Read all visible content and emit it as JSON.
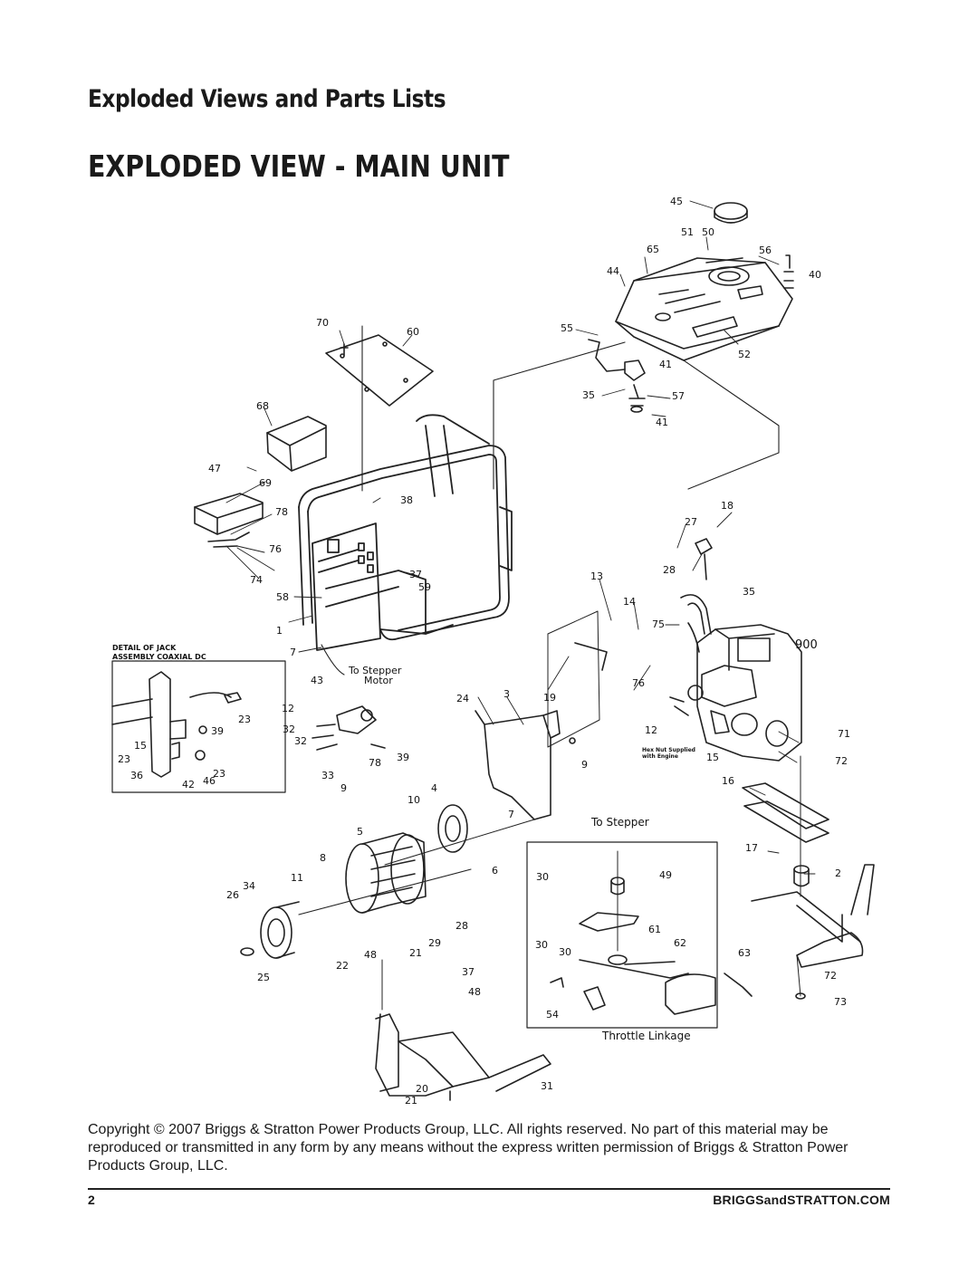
{
  "header": {
    "section_title": "Exploded Views and Parts Lists",
    "page_title": "EXPLODED VIEW - MAIN UNIT"
  },
  "diagram": {
    "part_numbers": [
      "45",
      "51",
      "50",
      "65",
      "56",
      "44",
      "40",
      "55",
      "52",
      "41",
      "35",
      "57",
      "41",
      "70",
      "60",
      "68",
      "47",
      "69",
      "38",
      "78",
      "76",
      "74",
      "37",
      "59",
      "58",
      "1",
      "7",
      "43",
      "12",
      "32",
      "33",
      "39",
      "78",
      "9",
      "10",
      "4",
      "5",
      "8",
      "11",
      "34",
      "26",
      "6",
      "28",
      "29",
      "22",
      "48",
      "21",
      "25",
      "37",
      "48",
      "20",
      "21",
      "31",
      "23",
      "15",
      "23",
      "36",
      "42",
      "46",
      "23",
      "39",
      "18",
      "27",
      "28",
      "13",
      "14",
      "35",
      "75",
      "900",
      "3",
      "24",
      "19",
      "76",
      "9",
      "7",
      "12",
      "15",
      "71",
      "72",
      "16",
      "17",
      "2",
      "72",
      "73",
      "30",
      "49",
      "61",
      "30",
      "30",
      "62",
      "63",
      "54"
    ],
    "labels": {
      "jack_detail": "DETAIL OF JACK\nASSEMBLY COAXIAL DC",
      "to_stepper_motor": "To Stepper\nMotor",
      "to_stepper": "To Stepper",
      "hex_nut_note": "Hex Nut Supplied\nwith Engine",
      "throttle_linkage": "Throttle Linkage"
    }
  },
  "copyright": "Copyright © 2007 Briggs & Stratton Power Products Group, LLC.  All rights reserved.  No part of this material may be reproduced or transmitted in any form by any means without the express written permission of Briggs & Stratton Power Products Group, LLC.",
  "footer": {
    "page_number": "2",
    "url": "BRIGGSandSTRATTON.COM"
  }
}
